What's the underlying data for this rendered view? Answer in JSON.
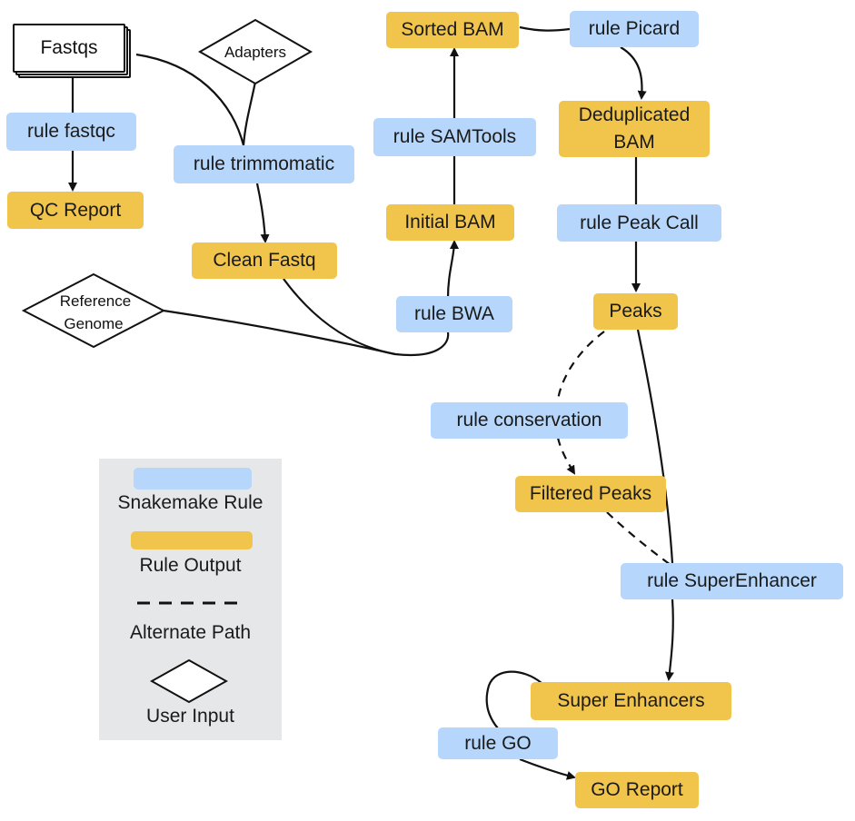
{
  "nodes": {
    "fastqs": "Fastqs",
    "adapters": "Adapters",
    "rule_fastqc": "rule fastqc",
    "qc_report": "QC Report",
    "rule_trimmomatic": "rule trimmomatic",
    "clean_fastq": "Clean Fastq",
    "reference_genome_line1": "Reference",
    "reference_genome_line2": "Genome",
    "rule_bwa": "rule BWA",
    "initial_bam": "Initial BAM",
    "rule_samtools": "rule SAMTools",
    "sorted_bam": "Sorted BAM",
    "rule_picard": "rule Picard",
    "deduplicated_bam_line1": "Deduplicated",
    "deduplicated_bam_line2": "BAM",
    "rule_peak_call": "rule Peak Call",
    "peaks": "Peaks",
    "rule_conservation": "rule conservation",
    "filtered_peaks": "Filtered Peaks",
    "rule_superenhancer": "rule SuperEnhancer",
    "super_enhancers": "Super Enhancers",
    "rule_go": "rule GO",
    "go_report": "GO Report"
  },
  "legend": {
    "rule": "Snakemake Rule",
    "output": "Rule Output",
    "alternate": "Alternate Path",
    "input": "User Input"
  },
  "colors": {
    "rule": "#b6d7fb",
    "output": "#f1c44b",
    "legend_bg": "#e6e7e8",
    "line": "#111111"
  }
}
